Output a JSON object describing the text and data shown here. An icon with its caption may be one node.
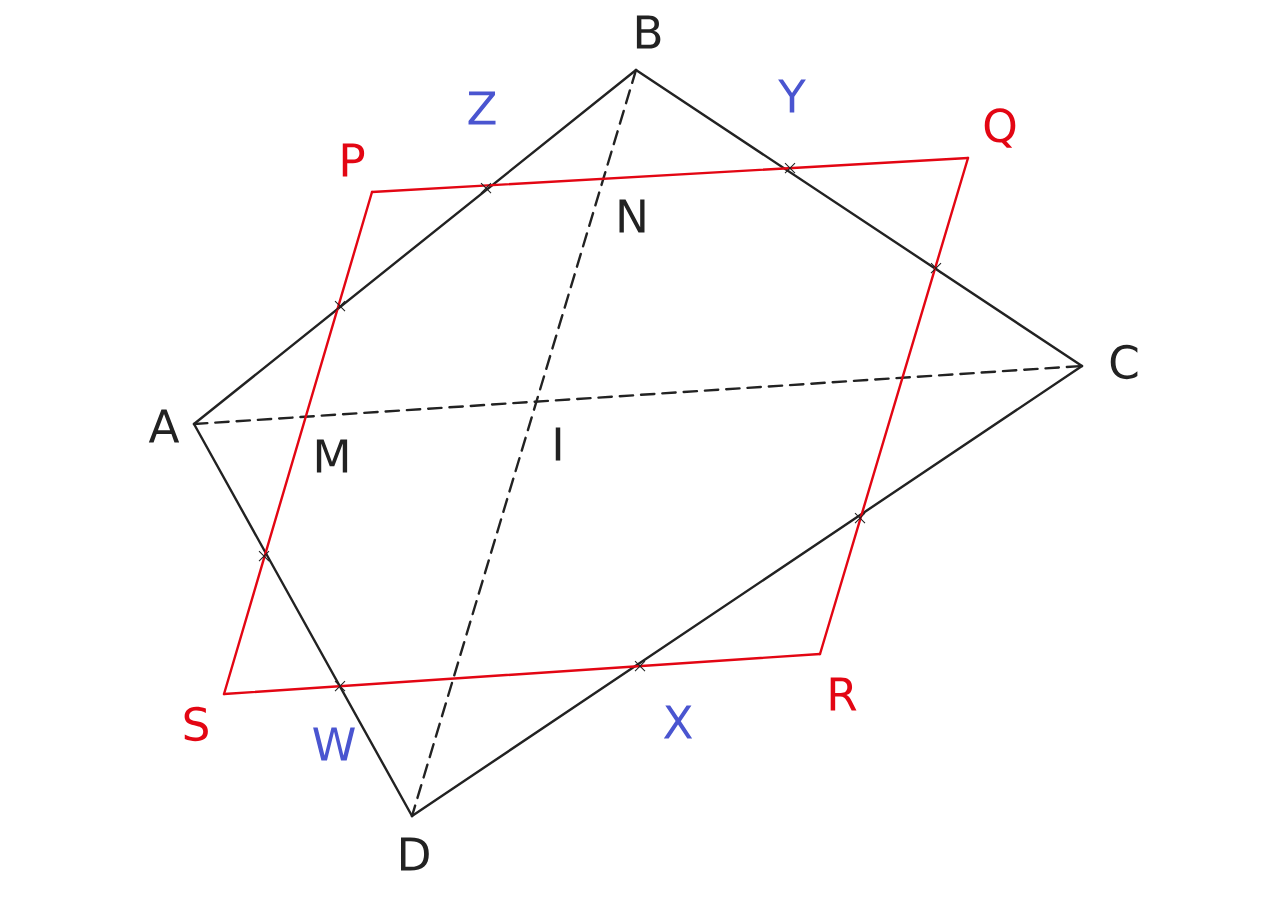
{
  "diagram": {
    "nodes": [
      {
        "text": [
          "A"
        ]
      },
      {
        "text": [
          "B"
        ]
      },
      {
        "text": [
          "C"
        ]
      },
      {
        "text": [
          "D"
        ]
      },
      {
        "text": [
          "P"
        ]
      },
      {
        "text": [
          "Q"
        ]
      },
      {
        "text": [
          "R"
        ]
      },
      {
        "text": [
          "S"
        ]
      },
      {
        "text": [
          "Z"
        ]
      },
      {
        "text": [
          "Y"
        ]
      },
      {
        "text": [
          "X"
        ]
      },
      {
        "text": [
          "W"
        ]
      },
      {
        "text": [
          "M"
        ]
      },
      {
        "text": [
          "N"
        ]
      },
      {
        "text": [
          "I"
        ]
      }
    ],
    "edges": [
      {
        "from": 0,
        "to": 1,
        "arrow": "none"
      },
      {
        "from": 1,
        "to": 2,
        "arrow": "none"
      },
      {
        "from": 2,
        "to": 3,
        "arrow": "none"
      },
      {
        "from": 3,
        "to": 0,
        "arrow": "none"
      },
      {
        "from": 0,
        "to": 2,
        "arrow": "none",
        "style": "dashed"
      },
      {
        "from": 1,
        "to": 3,
        "arrow": "none",
        "style": "dashed"
      },
      {
        "from": 4,
        "to": 5,
        "arrow": "none",
        "color": "#e30613"
      },
      {
        "from": 5,
        "to": 6,
        "arrow": "none",
        "color": "#e30613"
      },
      {
        "from": 6,
        "to": 7,
        "arrow": "none",
        "color": "#e30613"
      },
      {
        "from": 7,
        "to": 4,
        "arrow": "none",
        "color": "#e30613"
      }
    ]
  }
}
